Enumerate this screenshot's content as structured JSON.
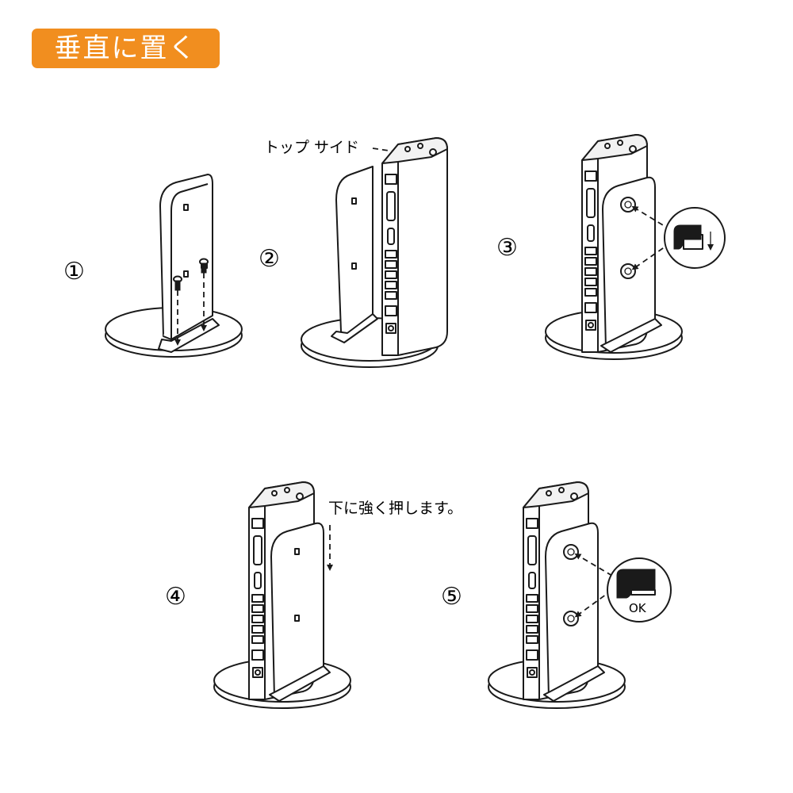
{
  "header": {
    "title": "垂直に置く",
    "badge_color": "#f18e1f"
  },
  "steps": [
    {
      "number": "①"
    },
    {
      "number": "②",
      "label": "トップ サイド"
    },
    {
      "number": "③"
    },
    {
      "number": "④",
      "label": "下に強く押します。"
    },
    {
      "number": "⑤",
      "label": "OK"
    }
  ],
  "icons": {
    "screw": "screw-icon",
    "latch": "latch-icon",
    "arrow": "arrow-down-icon"
  }
}
